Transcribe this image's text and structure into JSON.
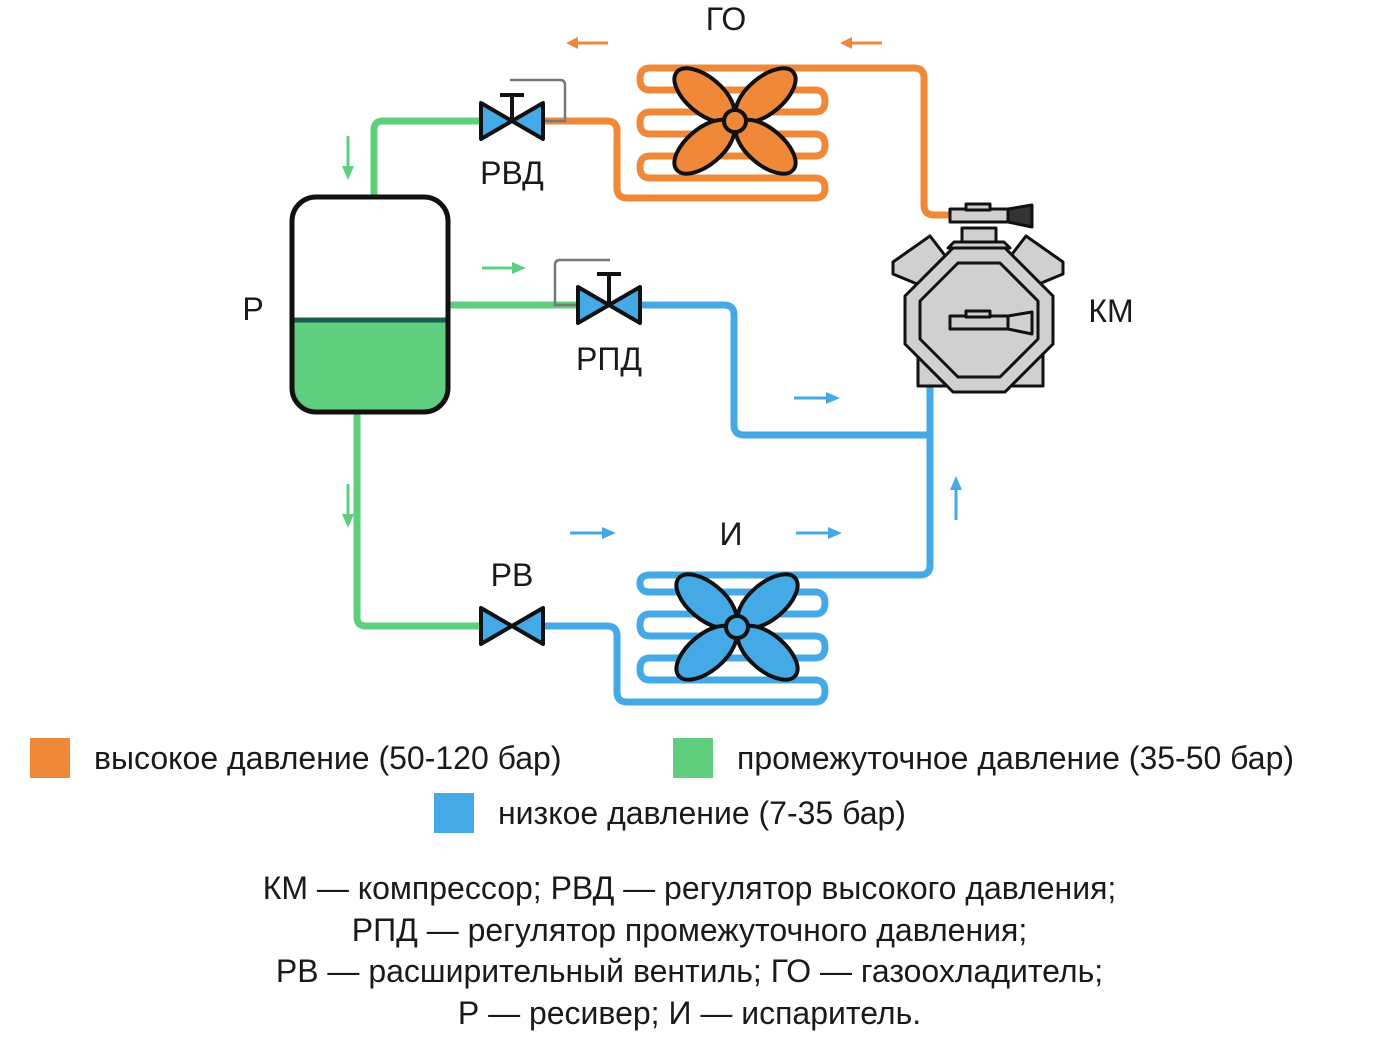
{
  "colors": {
    "high": "#f0883a",
    "intermediate": "#5fcf7f",
    "low": "#45a9e6",
    "receiver_line": "#1d5c4f",
    "compressor_body": "#d0d0d0",
    "outline": "#111111"
  },
  "labels": {
    "gas_cooler": "ГО",
    "high_pressure_regulator": "РВД",
    "receiver": "Р",
    "intermediate_pressure_regulator": "РПД",
    "compressor": "КМ",
    "evaporator": "И",
    "expansion_valve": "РВ"
  },
  "legend": {
    "high": "высокое давление (50-120 бар)",
    "intermediate": "промежуточное давление (35-50 бар)",
    "low": "низкое давление (7-35 бар)"
  },
  "caption": [
    "КМ — компрессор; РВД — регулятор высокого давления;",
    "РПД — регулятор промежуточного давления;",
    "РВ — расширительный вентиль; ГО — газоохладитель;",
    "Р — ресивер;  И — испаритель."
  ]
}
